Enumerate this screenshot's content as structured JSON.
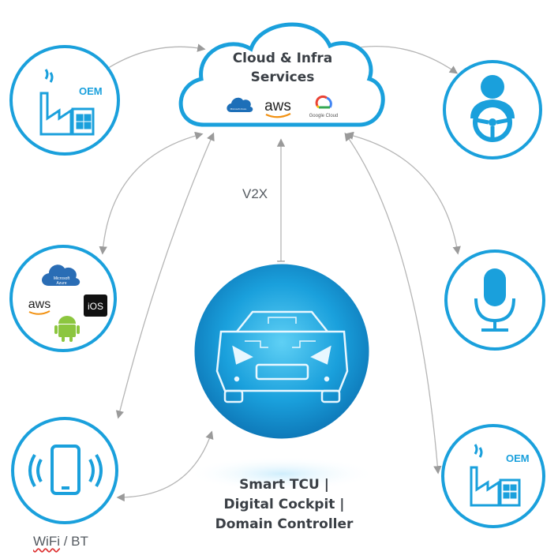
{
  "cloud": {
    "line1": "Cloud & Infra",
    "line2": "Services",
    "logo_microsoft_azure": "Microsoft Azure",
    "logo_aws": "aws",
    "logo_google_cloud": "Google Cloud"
  },
  "link_label": "V2X",
  "nodes": {
    "oem_top": {
      "label": "OEM",
      "icon": "factory-icon"
    },
    "driver": {
      "icon": "driver-steering-wheel-icon"
    },
    "platforms": {
      "microsoft": "Microsoft",
      "azure": "Azure",
      "aws": "aws",
      "ios": "iOS",
      "icon_android": "android-icon"
    },
    "voice": {
      "icon": "microphone-icon"
    },
    "phone": {
      "icon": "smartphone-wireless-icon",
      "caption_wifi": "WiFi",
      "caption_rest": " / BT"
    },
    "oem_bottom": {
      "label": "OEM",
      "icon": "factory-icon"
    }
  },
  "center": {
    "line1": "Smart TCU |",
    "line2": "Digital Cockpit |",
    "line3": "Domain Controller",
    "icon": "connected-car-icon"
  },
  "colors": {
    "accent_blue": "#1aa0dc",
    "dark_blue": "#0b6fb0",
    "line_gray": "#b5b5b5",
    "text_dark": "#3a3f45"
  }
}
